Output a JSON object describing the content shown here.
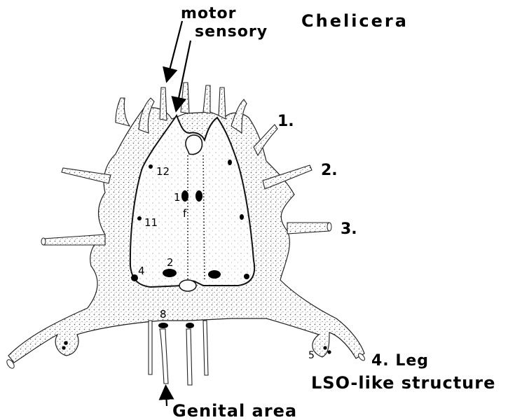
{
  "labels": {
    "motor": "motor",
    "sensory": "sensory",
    "chelicera": "Chelicera",
    "leg1": "1.",
    "leg2": "2.",
    "leg3": "3.",
    "leg4": "4. Leg",
    "lso": "LSO-like structure",
    "genital": "Genital area"
  },
  "markers": {
    "m12": "12",
    "m11": "11",
    "m1": "1",
    "mf": "f",
    "m4": "4",
    "m2": "2",
    "m8": "8",
    "m5": "5"
  }
}
